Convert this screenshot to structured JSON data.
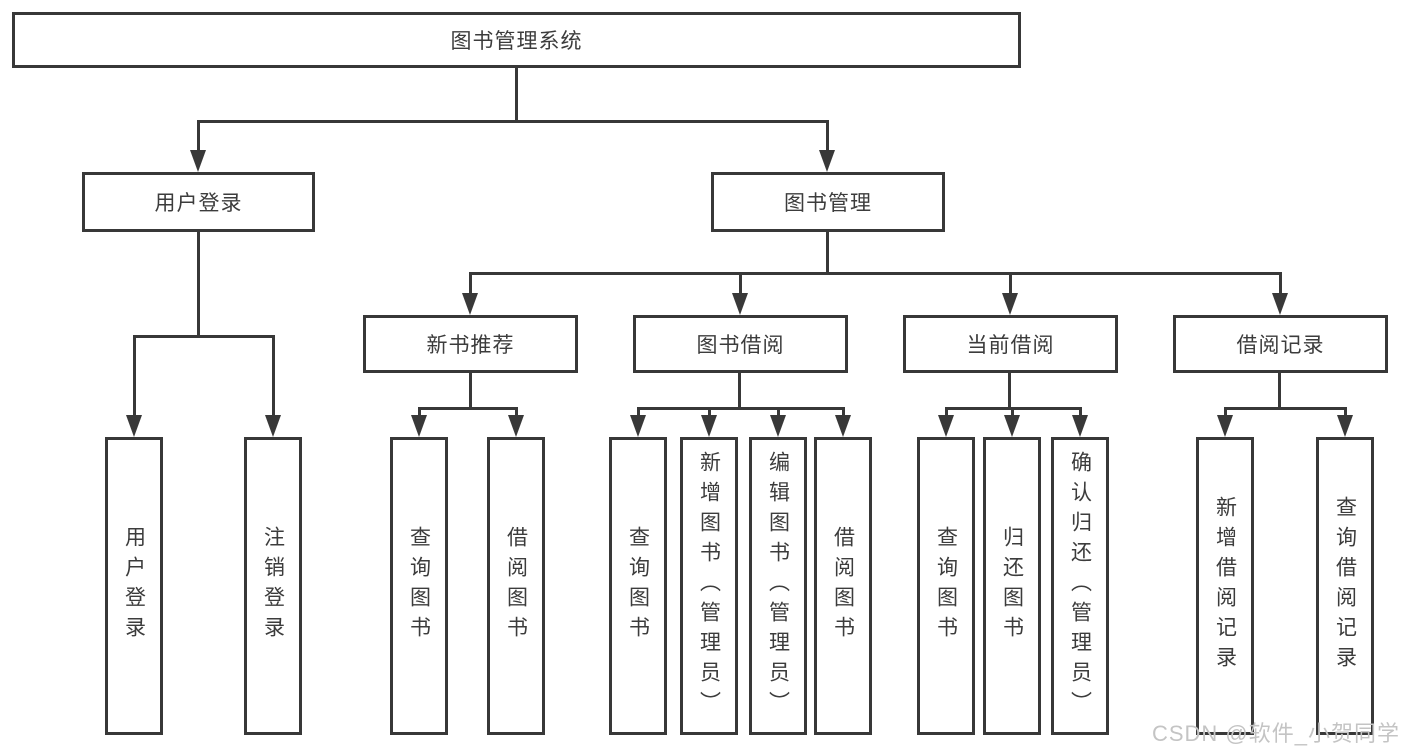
{
  "diagram": {
    "root": {
      "label": "图书管理系统"
    },
    "branches": [
      {
        "label": "用户登录",
        "children": [
          {
            "label": "用户登录"
          },
          {
            "label": "注销登录"
          }
        ]
      },
      {
        "label": "图书管理",
        "children": [
          {
            "label": "新书推荐",
            "children": [
              {
                "label": "查询图书"
              },
              {
                "label": "借阅图书"
              }
            ]
          },
          {
            "label": "图书借阅",
            "children": [
              {
                "label": "查询图书"
              },
              {
                "label": "新增图书（管理员）"
              },
              {
                "label": "编辑图书（管理员）"
              },
              {
                "label": "借阅图书"
              }
            ]
          },
          {
            "label": "当前借阅",
            "children": [
              {
                "label": "查询图书"
              },
              {
                "label": "归还图书"
              },
              {
                "label": "确认归还（管理员）"
              }
            ]
          },
          {
            "label": "借阅记录",
            "children": [
              {
                "label": "新增借阅记录"
              },
              {
                "label": "查询借阅记录"
              }
            ]
          }
        ]
      }
    ]
  },
  "watermark": {
    "text": "CSDN @软件_小贺同学"
  },
  "colors": {
    "line": "#383838",
    "box_border": "#383838",
    "text": "#3c3c3c",
    "watermark": "#c4c4c4",
    "background": "#ffffff"
  }
}
